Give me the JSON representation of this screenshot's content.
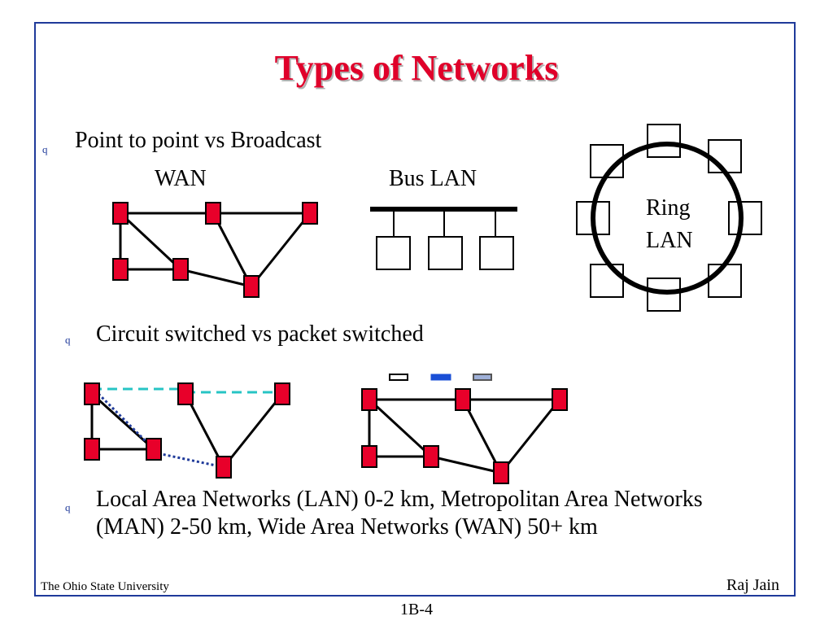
{
  "slide": {
    "title": "Types of Networks",
    "bullet_marker": "q",
    "bullets": [
      "Point to point vs Broadcast",
      "Circuit switched vs packet switched",
      "Local Area Networks (LAN)  0-2 km, Metropolitan Area Networks (MAN) 2-50 km,  Wide Area Networks (WAN) 50+ km"
    ],
    "labels": {
      "wan": "WAN",
      "bus_lan": "Bus LAN",
      "ring_lan_line1": "Ring",
      "ring_lan_line2": "LAN"
    },
    "footer_left": "The Ohio State University",
    "footer_right": "Raj Jain",
    "page_number": "1B-4"
  },
  "colors": {
    "node_fill": "#e8002a",
    "frame": "#1f3a9a",
    "title": "#e0002a",
    "circuit_dashed": "#27c4c4",
    "circuit_dotted": "#1f3a9a",
    "packet_blue": "#1a4fd6",
    "packet_light": "#9fb0d8"
  }
}
